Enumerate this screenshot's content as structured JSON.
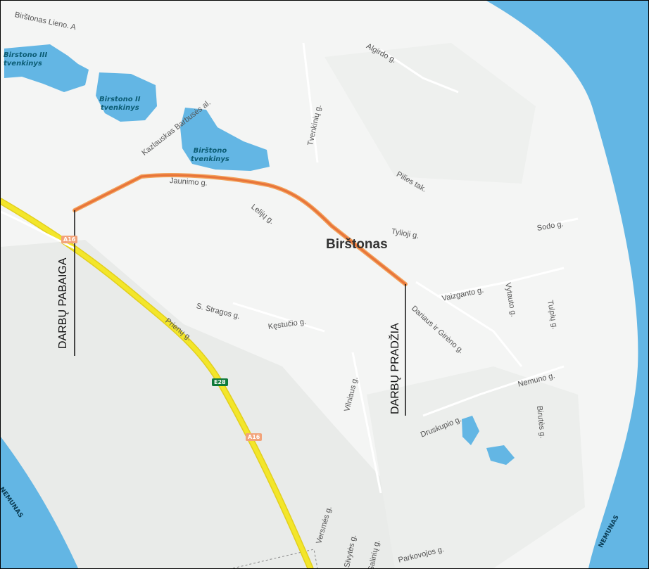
{
  "colors": {
    "water": "#63b6e4",
    "land": "#f4f5f4",
    "highway": "#f3e62a",
    "works_route": "#e8743a",
    "e_road_shield": "#0f7a3a",
    "a_road_shield": "#f2a37a"
  },
  "town": "Birštonas",
  "works_markers": {
    "start": "DARBŲ PRADŽIA",
    "end": "DARBŲ PABAIGA"
  },
  "road_shields": {
    "a16_top": "A16",
    "e28": "E28",
    "a16_bottom": "A16"
  },
  "water_labels": {
    "pond3": "Birstono III\ntvenkinys",
    "pond2": "Birstono II\ntvenkinys",
    "pond1": "Birštono\ntvenkinys"
  },
  "river_labels": {
    "left": "NEMUNAS",
    "right": "NEMUNAS"
  },
  "streets": {
    "top_left": "Birštonas Lieno. A",
    "algirdo": "Algirdo g.",
    "tvenkiniu": "Tvenkinių g.",
    "kazlauskas": "Kazlauskas Barbusės al.",
    "jaunimo": "Jaunimo g.",
    "lelijų": "Lelijų g.",
    "pilies": "Pilies tak.",
    "tylioji": "Tylioji g.",
    "sodo": "Sodo g.",
    "vaizganto": "Vaizganto g.",
    "vytauto": "Vytauto g.",
    "tulpiu": "Tulpių g.",
    "s_stanevicius": "S. Stragos g.",
    "kestucio": "Kęstučio g.",
    "prienu": "Prienų g.",
    "dariaus": "Dariaus ir Girėno g.",
    "vilniaus": "Vilniaus g.",
    "nemuno": "Nemuno g.",
    "druskupio": "Druskupio g.",
    "birutes": "Birutės g.",
    "versmes": "Versmės g.",
    "bottom1": "Sivytės g.",
    "bottom2": "Salinių g.",
    "bottom3": "Parkovojos g."
  }
}
